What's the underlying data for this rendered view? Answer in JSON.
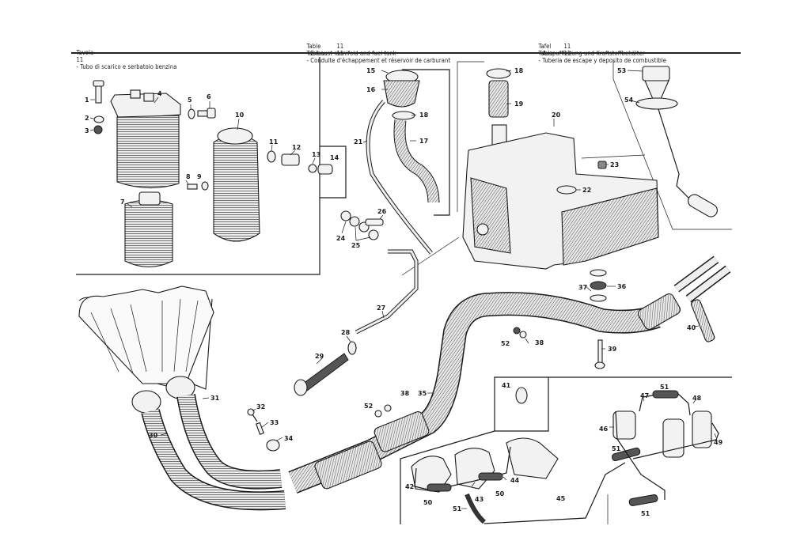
{
  "header": {
    "italian": {
      "prefix": "Tavola",
      "number": "11",
      "title": "- Tubo di scarico e serbatoio benzina"
    },
    "english": {
      "prefix": "Table",
      "number": "11",
      "title": "- Exhaust manifold and fuel tank"
    },
    "french": {
      "prefix": "Tableau",
      "number": "11",
      "title": "- Conduite d'échappement et réservoir de carburant"
    },
    "german": {
      "prefix": "Tafel",
      "number": "11",
      "title": "- Auspuffleitung und Kraftstoffbehälter"
    },
    "spanish": {
      "prefix": "Tabla",
      "number": "11",
      "title": "- Tuberia de escape y deposito de combustible"
    }
  },
  "callouts": {
    "c1": "1",
    "c2": "2",
    "c3": "3",
    "c4": "4",
    "c5": "5",
    "c6": "6",
    "c7": "7",
    "c8": "8",
    "c9": "9",
    "c10": "10",
    "c11": "11",
    "c12": "12",
    "c13": "13",
    "c14": "14",
    "c15": "15",
    "c16": "16",
    "c17": "17",
    "c18a": "18",
    "c18b": "18",
    "c19": "19",
    "c20": "20",
    "c21": "21",
    "c22": "22",
    "c23": "23",
    "c24": "24",
    "c25": "25",
    "c26": "26",
    "c27": "27",
    "c28": "28",
    "c29": "29",
    "c30": "30",
    "c31": "31",
    "c32": "32",
    "c33": "33",
    "c34": "34",
    "c35": "35",
    "c36": "36",
    "c37": "37",
    "c38a": "38",
    "c38b": "38",
    "c39": "39",
    "c40": "40",
    "c41": "41",
    "c42": "42",
    "c43": "43",
    "c44": "44",
    "c45": "45",
    "c46": "46",
    "c47": "47",
    "c48": "48",
    "c49": "49",
    "c50a": "50",
    "c50b": "50",
    "c51a": "51",
    "c51b": "51",
    "c51c": "51",
    "c51d": "51",
    "c52a": "52",
    "c52b": "52",
    "c53": "53",
    "c54": "54"
  }
}
